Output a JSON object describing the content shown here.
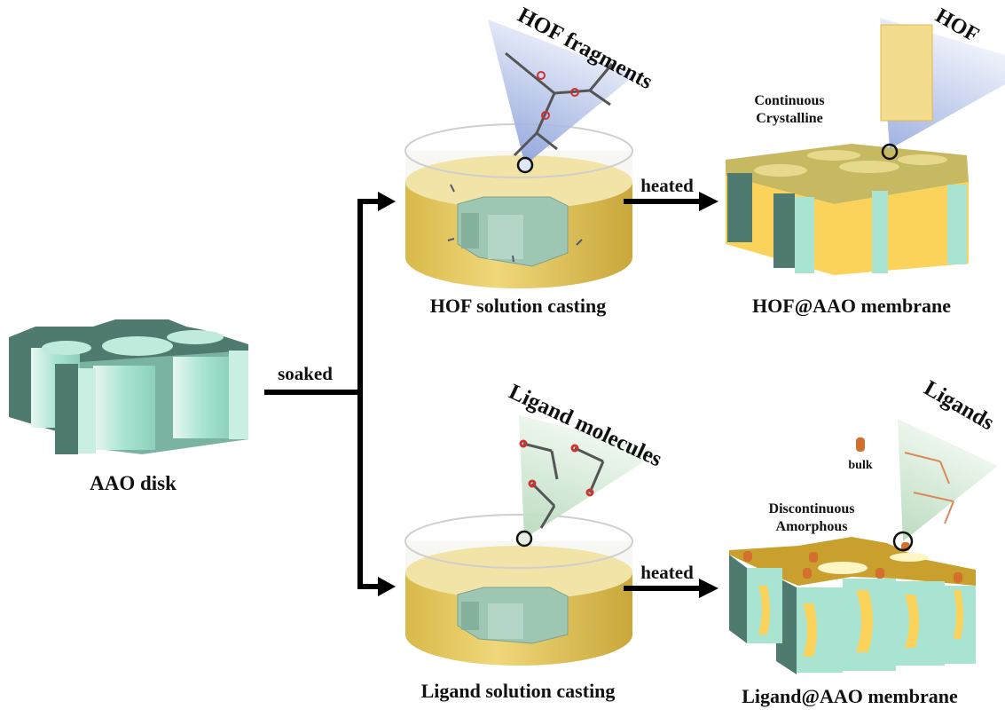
{
  "labels": {
    "aao_disk": "AAO disk",
    "soaked": "soaked",
    "heated_top": "heated",
    "heated_bottom": "heated",
    "hof_casting": "HOF solution casting",
    "ligand_casting": "Ligand solution casting",
    "hof_membrane": "HOF@AAO membrane",
    "ligand_membrane": "Ligand@AAO membrane",
    "hof_fragments": "HOF fragments",
    "ligand_molecules": "Ligand molecules",
    "hof": "HOF",
    "ligands": "Ligands",
    "continuous": "Continuous",
    "crystalline": "Crystalline",
    "discontinuous": "Discontinuous",
    "amorphous": "Amorphous",
    "bulk": "bulk"
  },
  "colors": {
    "aao_face": "#a9e4d3",
    "aao_dark": "#4f7a70",
    "solution": "#e7cf6a",
    "hof_yellow": "#fcd35a",
    "ligand_orange": "#d4702e",
    "hof_cone": "#b9c9ef",
    "ligand_cone": "#d6ecd9"
  }
}
